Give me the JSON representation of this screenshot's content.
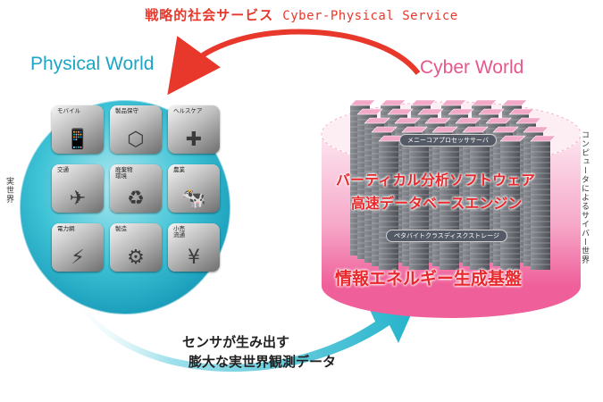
{
  "header": {
    "title_jp": "戦略的社会サービス",
    "title_en": "Cyber-Physical Service"
  },
  "physical": {
    "title": "Physical World",
    "side_label": "実世界",
    "tiles": [
      {
        "label": "モバイル",
        "icon": "mobile-phone-icon",
        "glyph": "📱"
      },
      {
        "label": "製品保守",
        "icon": "product-maintenance-icon",
        "glyph": "⬡"
      },
      {
        "label": "ヘルスケア",
        "icon": "healthcare-icon",
        "glyph": "✚"
      },
      {
        "label": "交通",
        "icon": "car-plane-icon",
        "glyph": "✈"
      },
      {
        "label": "廃棄物\n環境",
        "icon": "globe-recycle-icon",
        "glyph": "♻"
      },
      {
        "label": "農業",
        "icon": "cow-icon",
        "glyph": "🐄"
      },
      {
        "label": "電力網",
        "icon": "power-tower-icon",
        "glyph": "⚡"
      },
      {
        "label": "製造",
        "icon": "gears-icon",
        "glyph": "⚙"
      },
      {
        "label": "小売\n流通",
        "icon": "retail-icon",
        "glyph": "¥"
      }
    ]
  },
  "cyber": {
    "title": "Cyber World",
    "side_label": "コンピュータによるサイバー世界",
    "server_label_top": "メニーコアプロセッササーバ",
    "server_label_bottom": "ペタバイトクラスディスクストレージ",
    "line1": "バーティカル分析ソフトウェア",
    "line2": "高速データベースエンジン",
    "foundation": "情報エネルギー生成基盤"
  },
  "sensor": {
    "line1": "センサが生み出す",
    "line2": "膨大な実世界観測データ"
  },
  "colors": {
    "red": "#e8382c",
    "teal": "#1aa6c4",
    "pink": "#e8568e"
  }
}
